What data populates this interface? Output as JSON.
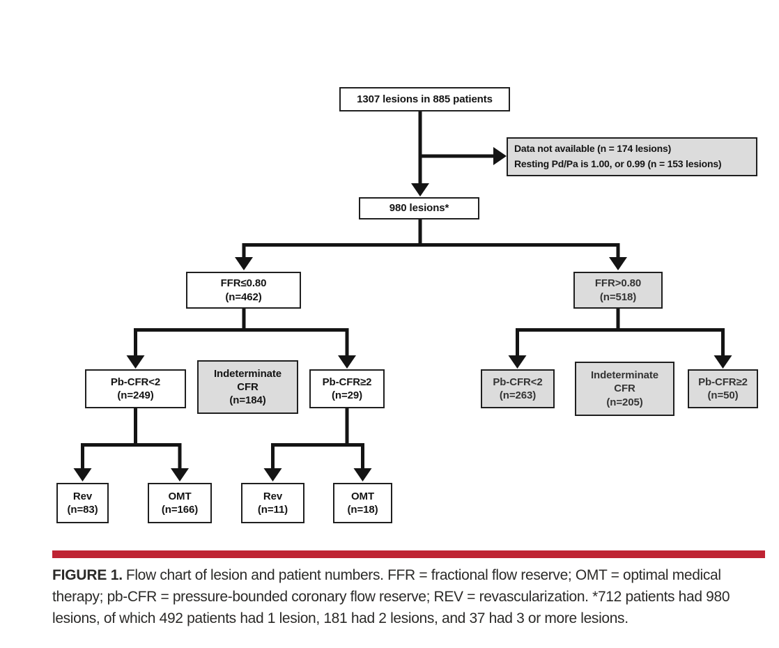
{
  "flowchart": {
    "nodes": {
      "total": {
        "text": "1307 lesions in 885 patients"
      },
      "excluded": {
        "line1": "Data not available (n = 174 lesions)",
        "line2": "Resting Pd/Pa is 1.00, or 0.99 (n = 153 lesions)"
      },
      "lesions980": {
        "text": "980 lesions*"
      },
      "ffr_low": {
        "line1": "FFR≤0.80",
        "line2": "(n=462)"
      },
      "ffr_high": {
        "line1": "FFR>0.80",
        "line2": "(n=518)"
      },
      "pb_low_left": {
        "line1": "Pb-CFR<2",
        "line2": "(n=249)"
      },
      "indeterminate_left": {
        "line1": "Indeterminate",
        "line2": "CFR",
        "line3": "(n=184)"
      },
      "pb_high_left": {
        "line1": "Pb-CFR≥2",
        "line2": "(n=29)"
      },
      "pb_low_right": {
        "line1": "Pb-CFR<2",
        "line2": "(n=263)"
      },
      "indeterminate_right": {
        "line1": "Indeterminate",
        "line2": "CFR",
        "line3": "(n=205)"
      },
      "pb_high_right": {
        "line1": "Pb-CFR≥2",
        "line2": "(n=50)"
      },
      "rev_left": {
        "line1": "Rev",
        "line2": "(n=83)"
      },
      "omt_left": {
        "line1": "OMT",
        "line2": "(n=166)"
      },
      "rev_mid": {
        "line1": "Rev",
        "line2": "(n=11)"
      },
      "omt_mid": {
        "line1": "OMT",
        "line2": "(n=18)"
      }
    },
    "colors": {
      "gray_fill": "#dcdcdc",
      "white_fill": "#ffffff",
      "border": "#1f1f1f",
      "connector": "#141414",
      "rule_red": "#bf2433"
    }
  },
  "caption": {
    "label": "FIGURE 1.",
    "text": "Flow chart of lesion and patient numbers. FFR = fractional flow reserve; OMT = optimal medical therapy; pb-CFR = pressure-bounded coronary flow reserve; REV = revascularization. *712 patients had 980 lesions, of which 492 patients had 1 lesion, 181 had 2 lesions, and 37 had 3 or more lesions."
  }
}
